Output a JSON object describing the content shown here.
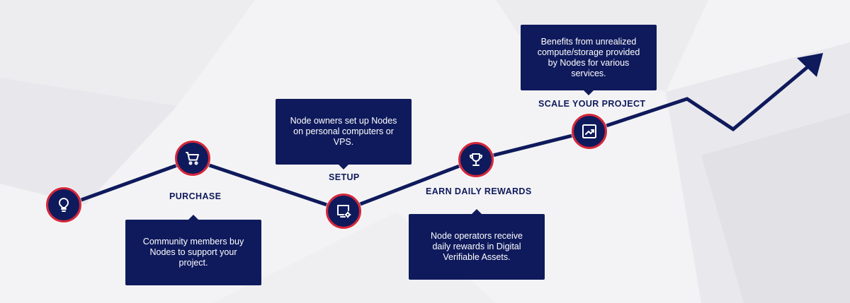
{
  "colors": {
    "navy": "#0f1a5c",
    "accent_red": "#d6283b",
    "background": "#f3f3f5"
  },
  "steps": [
    {
      "id": "idea",
      "icon": "lightbulb-icon",
      "label": "",
      "description": ""
    },
    {
      "id": "purchase",
      "icon": "shopping-cart-icon",
      "label": "PURCHASE",
      "description": "Community members buy Nodes to support your project."
    },
    {
      "id": "setup",
      "icon": "monitor-gear-icon",
      "label": "SETUP",
      "description": "Node owners set up Nodes on personal computers or VPS."
    },
    {
      "id": "rewards",
      "icon": "trophy-icon",
      "label": "EARN DAILY REWARDS",
      "description": "Node operators receive daily rewards in Digital Verifiable Assets."
    },
    {
      "id": "scale",
      "icon": "chart-trend-icon",
      "label": "SCALE YOUR PROJECT",
      "description": "Benefits from unrealized compute/storage provided by Nodes for various services."
    }
  ]
}
